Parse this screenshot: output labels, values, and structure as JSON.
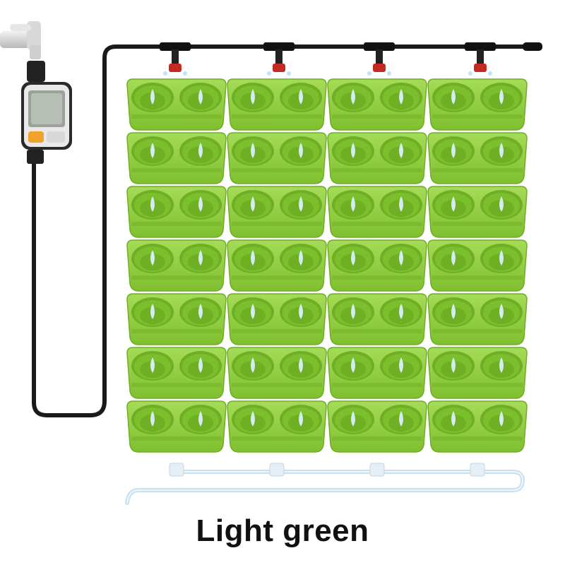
{
  "product": {
    "color_name": "Light green",
    "planter_color": "#8fcd3f",
    "planter_dark": "#6fae25",
    "planter_light": "#a9dc5e",
    "pot_inner": "#7cbf2c",
    "pipe_color": "#1a1a1a",
    "drain_tube_color": "#cfe6f4",
    "water_drop_color": "#d8efff"
  },
  "grid": {
    "columns": 4,
    "rows": 7,
    "pockets_per_module": 2
  },
  "timer": {
    "icon": "water-timer-icon"
  },
  "faucet": {
    "icon": "faucet-icon"
  }
}
